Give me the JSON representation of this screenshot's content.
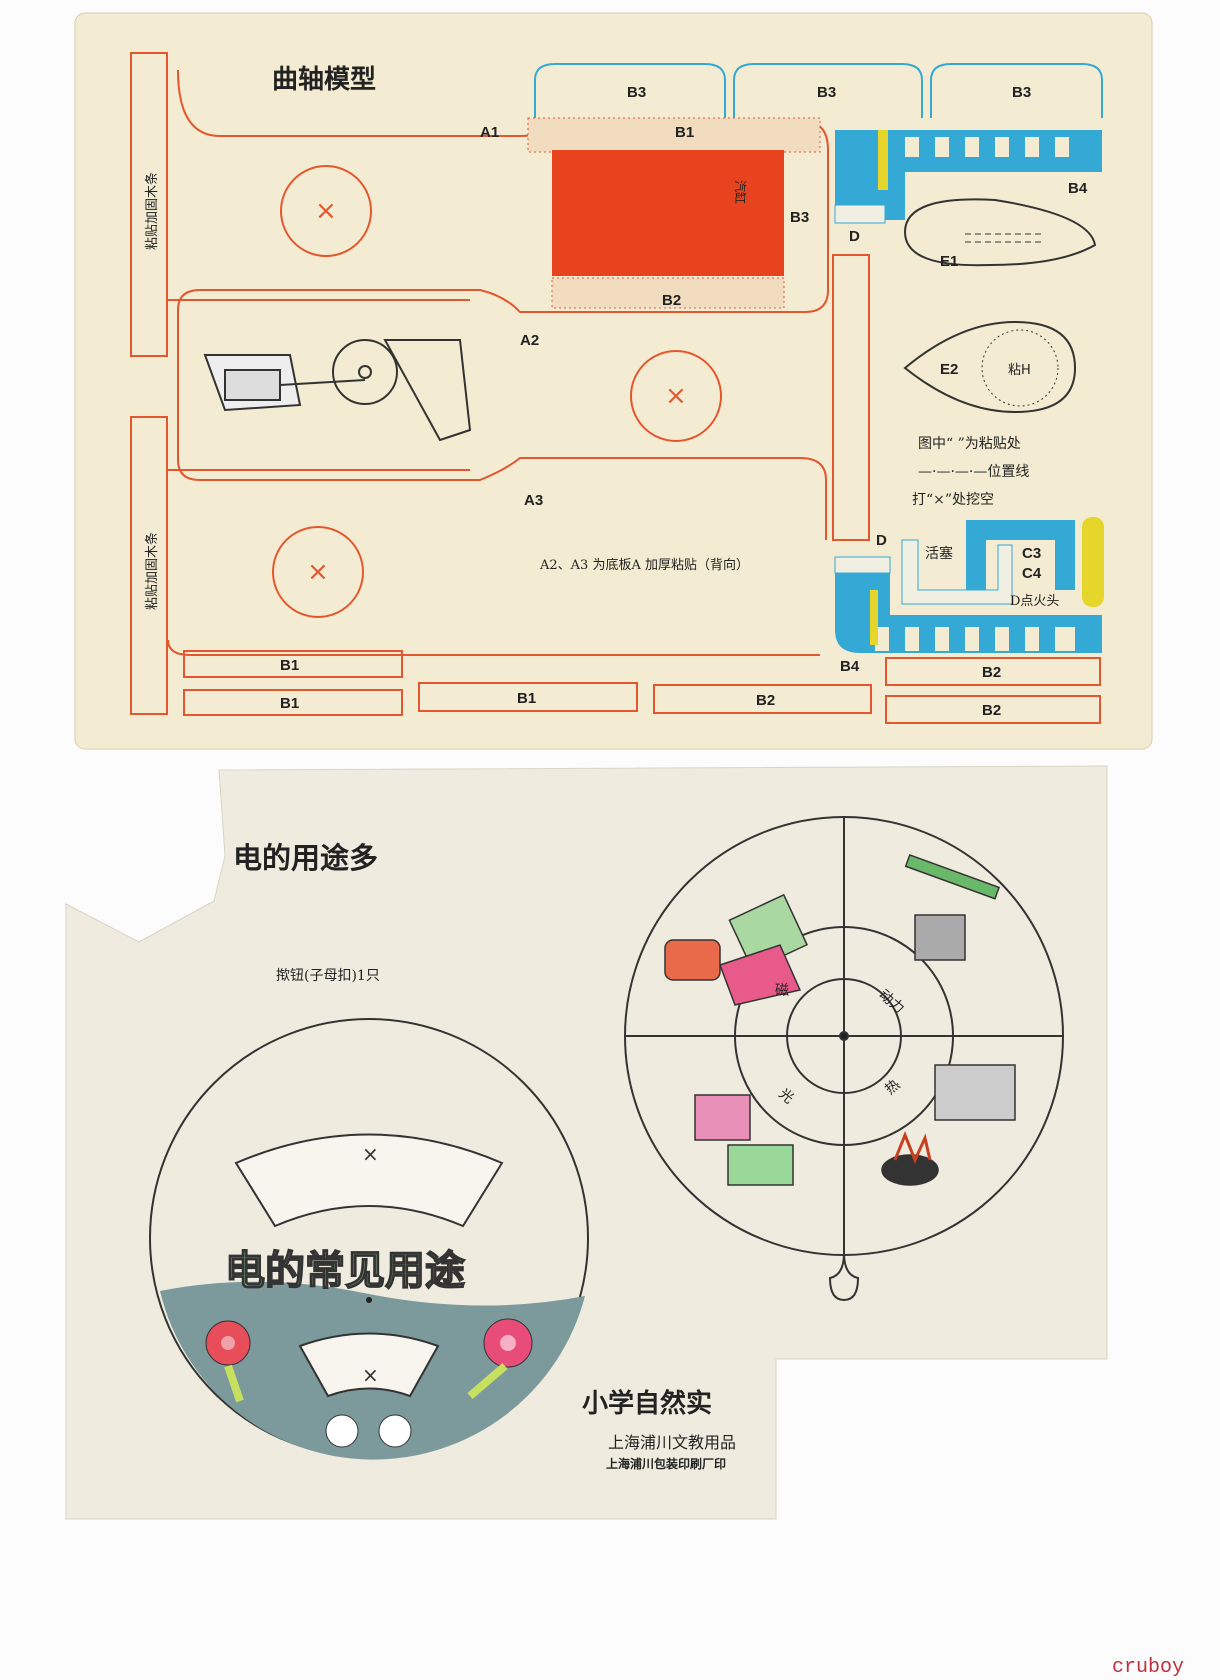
{
  "crankshaft_card": {
    "title": "曲轴模型",
    "side_strip_label": "粘贴加固木条",
    "cylinder_label": "汽缸",
    "part_labels": {
      "a1": "A1",
      "a2": "A2",
      "a3": "A3",
      "b1": "B1",
      "b2": "B2",
      "b3": "B3",
      "b4": "B4",
      "d": "D",
      "e1": "E1",
      "e2": "E2",
      "glue_h": "粘H",
      "c3": "C3",
      "c4": "C4",
      "piston": "活塞",
      "d_ignition": "D点火头"
    },
    "legend": {
      "glue": "图中“    ”为粘贴处",
      "position_line": "—·—·—·—位置线",
      "cut_out": "打“×”处挖空"
    },
    "note": "A2、A3 为底板A 加厚粘贴（背向）",
    "colors": {
      "outline": "#e4572e",
      "cylinder": "#e8431f",
      "blue": "#35a9d6",
      "yellow": "#e6d52a"
    }
  },
  "electricity_card": {
    "title": "电的用途多",
    "snap_button_note": "揿钮(子母扣)1只",
    "disc_title": "电的常见用途",
    "wheel_sectors": [
      "磁",
      "动力",
      "光",
      "热"
    ],
    "series_title": "小学自然实",
    "publisher": "上海浦川文教用品",
    "printer": "上海浦川包装印刷厂印"
  },
  "watermark": "cruboy"
}
